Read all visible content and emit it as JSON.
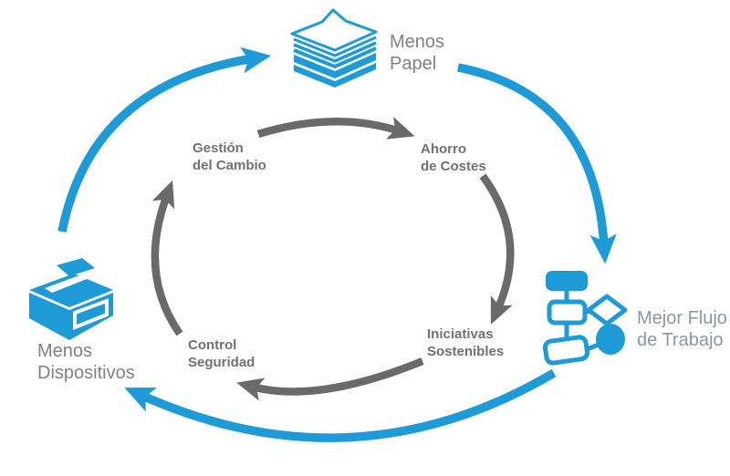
{
  "colors": {
    "cycle_blue": "#1e9ad7",
    "cycle_gray": "#6a6a6a",
    "outer_label_gray": "#818181",
    "workflow_label_gray": "#8e96a2",
    "inner_label_gray": "#717174"
  },
  "outer_cycle": {
    "direction": "clockwise",
    "nodes": [
      {
        "icon": "paper-stack-icon",
        "label": [
          "Menos",
          "Papel"
        ]
      },
      {
        "icon": "flowchart-icon",
        "label": [
          "Mejor Flujo",
          "de Trabajo"
        ]
      },
      {
        "icon": "printer-icon",
        "label": [
          "Menos",
          "Dispositivos"
        ]
      }
    ]
  },
  "inner_cycle": {
    "direction": "clockwise",
    "steps": [
      {
        "label": [
          "Gestión",
          "del Cambio"
        ]
      },
      {
        "label": [
          "Ahorro",
          "de Costes"
        ]
      },
      {
        "label": [
          "Iniciativas",
          "Sostenibles"
        ]
      },
      {
        "label": [
          "Control",
          "Seguridad"
        ]
      }
    ]
  }
}
